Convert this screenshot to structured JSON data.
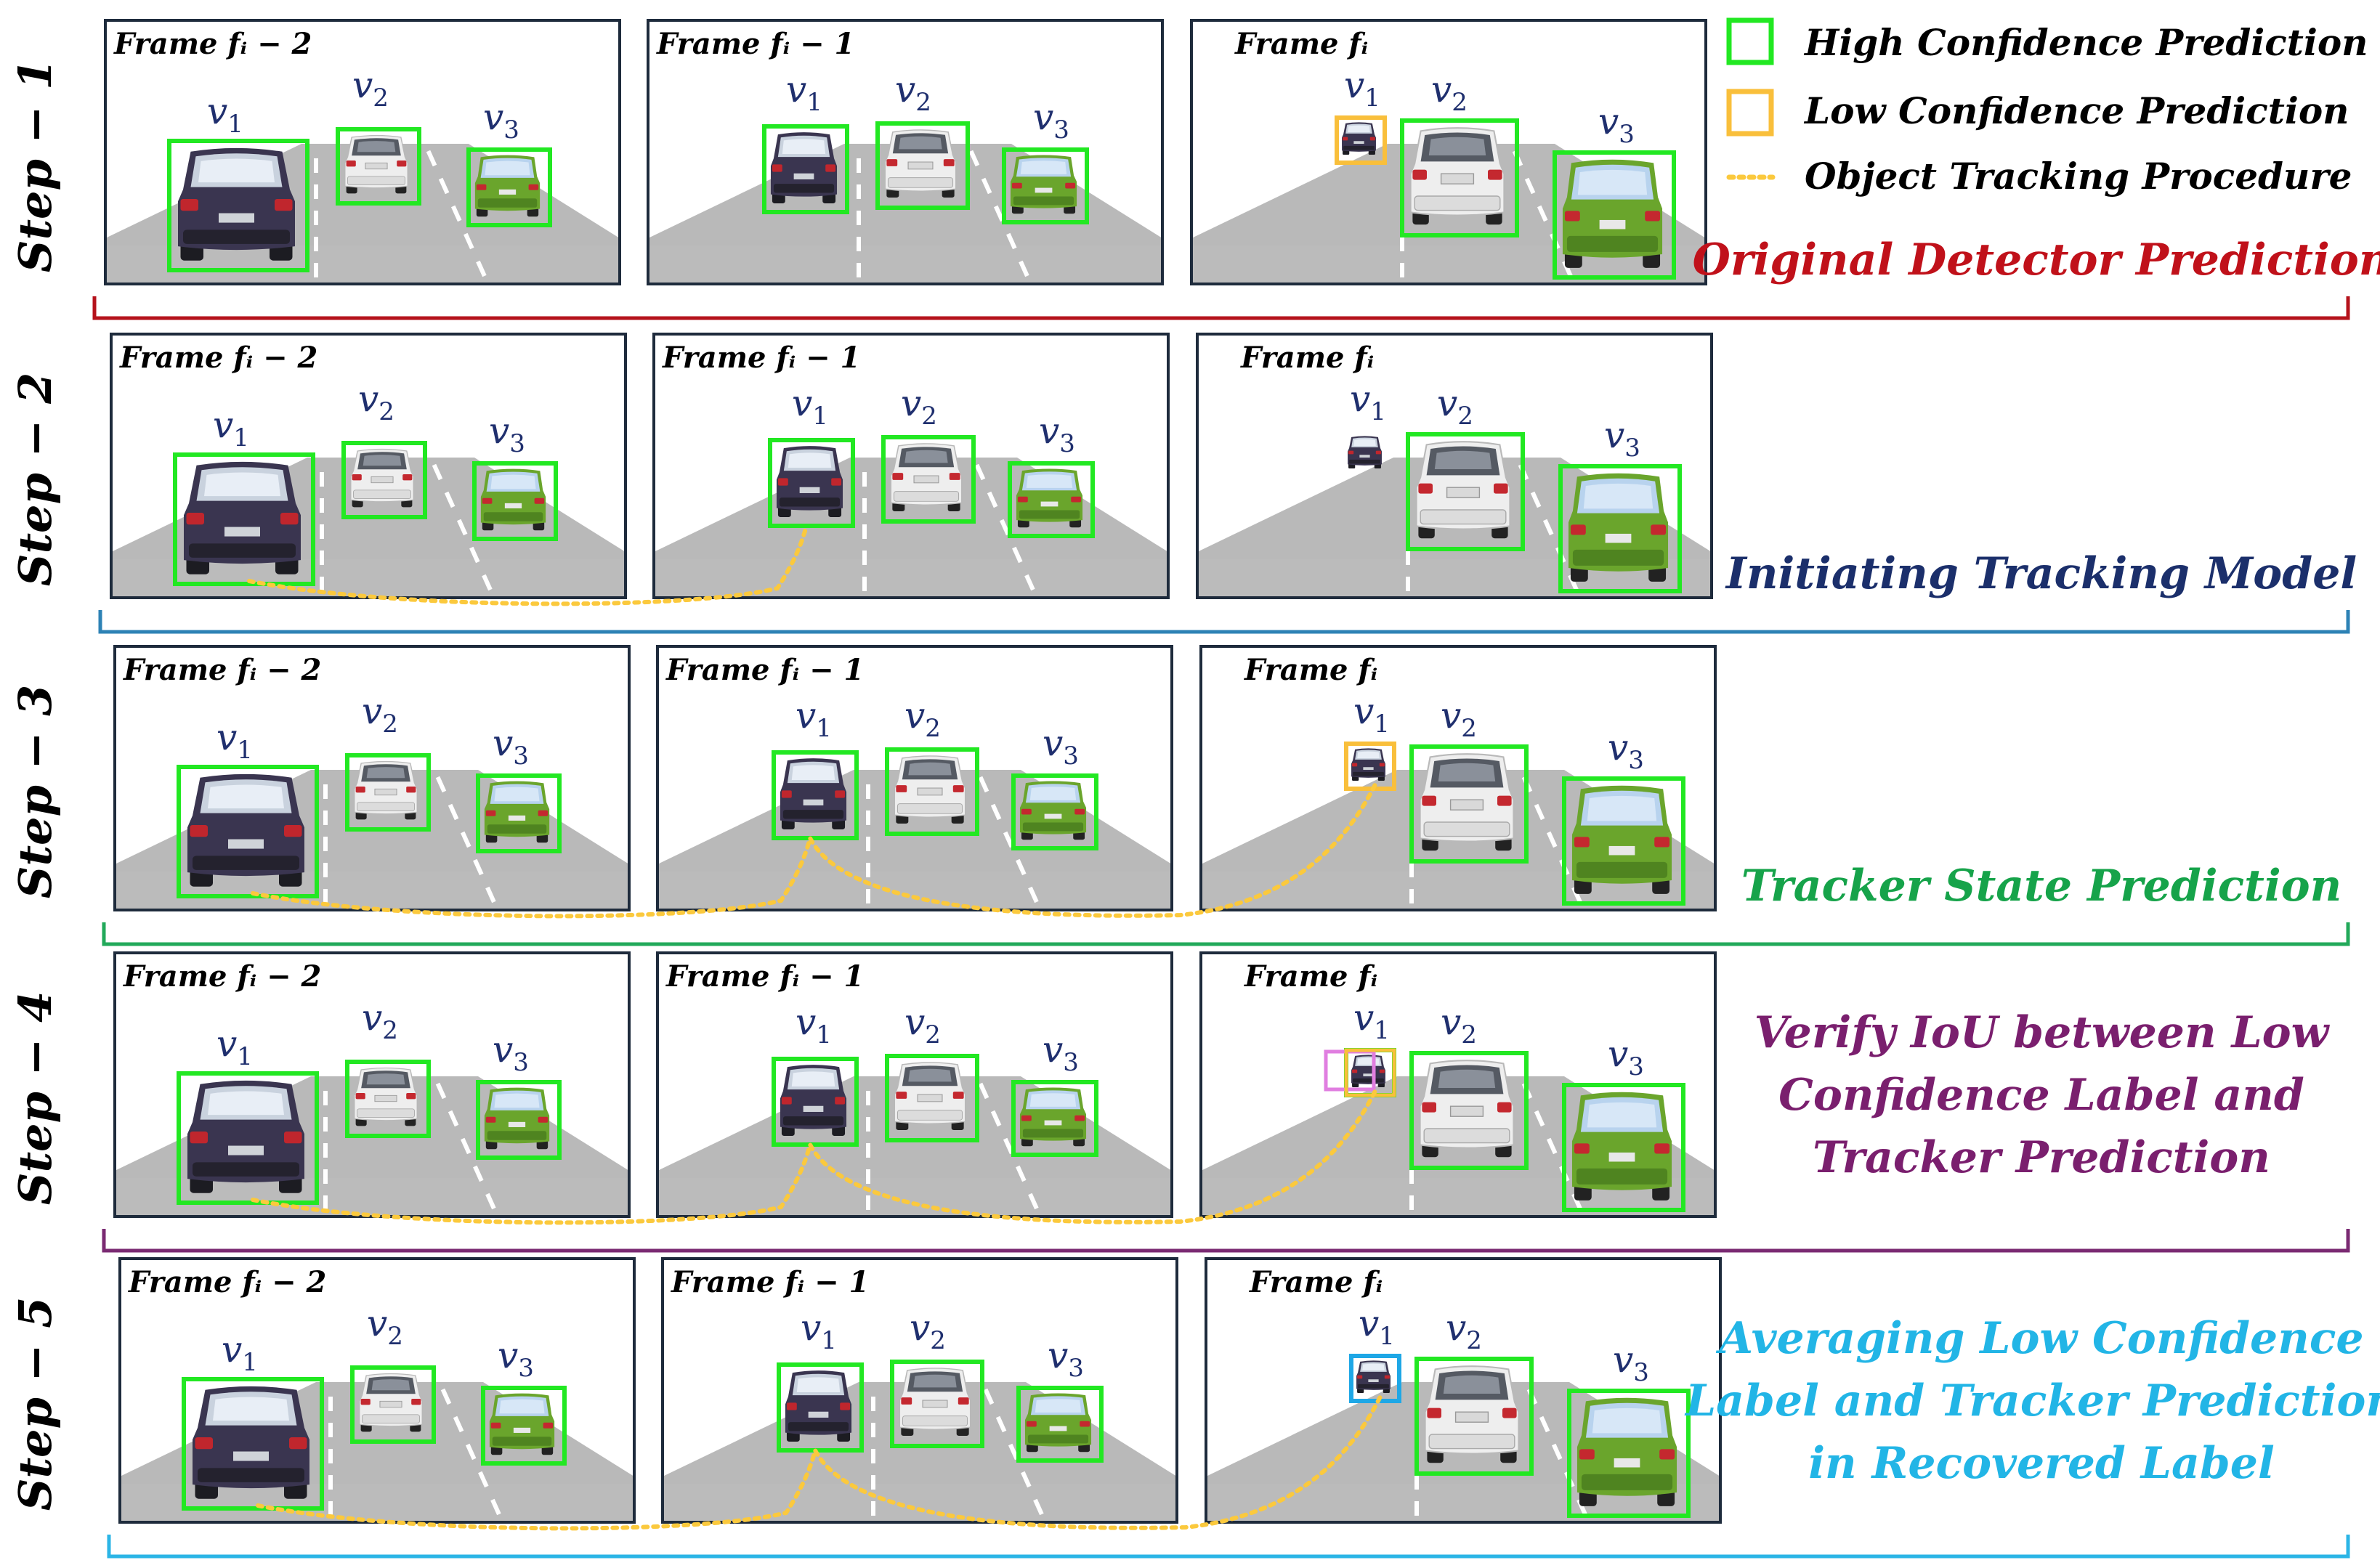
{
  "colors": {
    "high_confidence": "#22e822",
    "low_confidence": "#f9bf3b",
    "tracking": "#fbc93d",
    "iou_box": "#e07ee0",
    "recovered_box": "#1ea7e6",
    "road": "#b9b9b9",
    "sky": "#ffffff",
    "frame_border": "#1e2b3c"
  },
  "legend": {
    "high": "High Confidence Prediction",
    "low": "Low Confidence Prediction",
    "track": "Object Tracking Procedure"
  },
  "frame_titles": [
    "Frame fᵢ − 2",
    "Frame fᵢ − 1",
    "Frame fᵢ"
  ],
  "vehicle_labels": [
    "v",
    "v",
    "v"
  ],
  "vehicle_subs": [
    "1",
    "2",
    "3"
  ],
  "steps": [
    {
      "label": "Step − 1",
      "caption": [
        "Original Detector Prediction"
      ],
      "caption_color": "#c0111a",
      "bracket_color": "#b5121b",
      "tracking": "none",
      "v1_box_f3": "low"
    },
    {
      "label": "Step − 2",
      "caption": [
        "Initiating Tracking Model"
      ],
      "caption_color": "#1b2f6b",
      "bracket_color": "#2d82b5",
      "tracking": "init",
      "v1_box_f3": "none"
    },
    {
      "label": "Step − 3",
      "caption": [
        "Tracker State Prediction"
      ],
      "caption_color": "#16a34a",
      "bracket_color": "#22a95a",
      "tracking": "full",
      "v1_box_f3": "low"
    },
    {
      "label": "Step − 4",
      "caption": [
        "Verify IoU between Low",
        "Confidence Label and",
        "Tracker Prediction"
      ],
      "caption_color": "#7a1f6e",
      "bracket_color": "#7a2a72",
      "tracking": "full",
      "v1_box_f3": "iou"
    },
    {
      "label": "Step − 5",
      "caption": [
        "Averaging Low Confidence",
        "Label and Tracker Prediction",
        "in Recovered Label"
      ],
      "caption_color": "#22b5e6",
      "bracket_color": "#2bb5e6",
      "tracking": "full",
      "v1_box_f3": "recovered"
    }
  ]
}
